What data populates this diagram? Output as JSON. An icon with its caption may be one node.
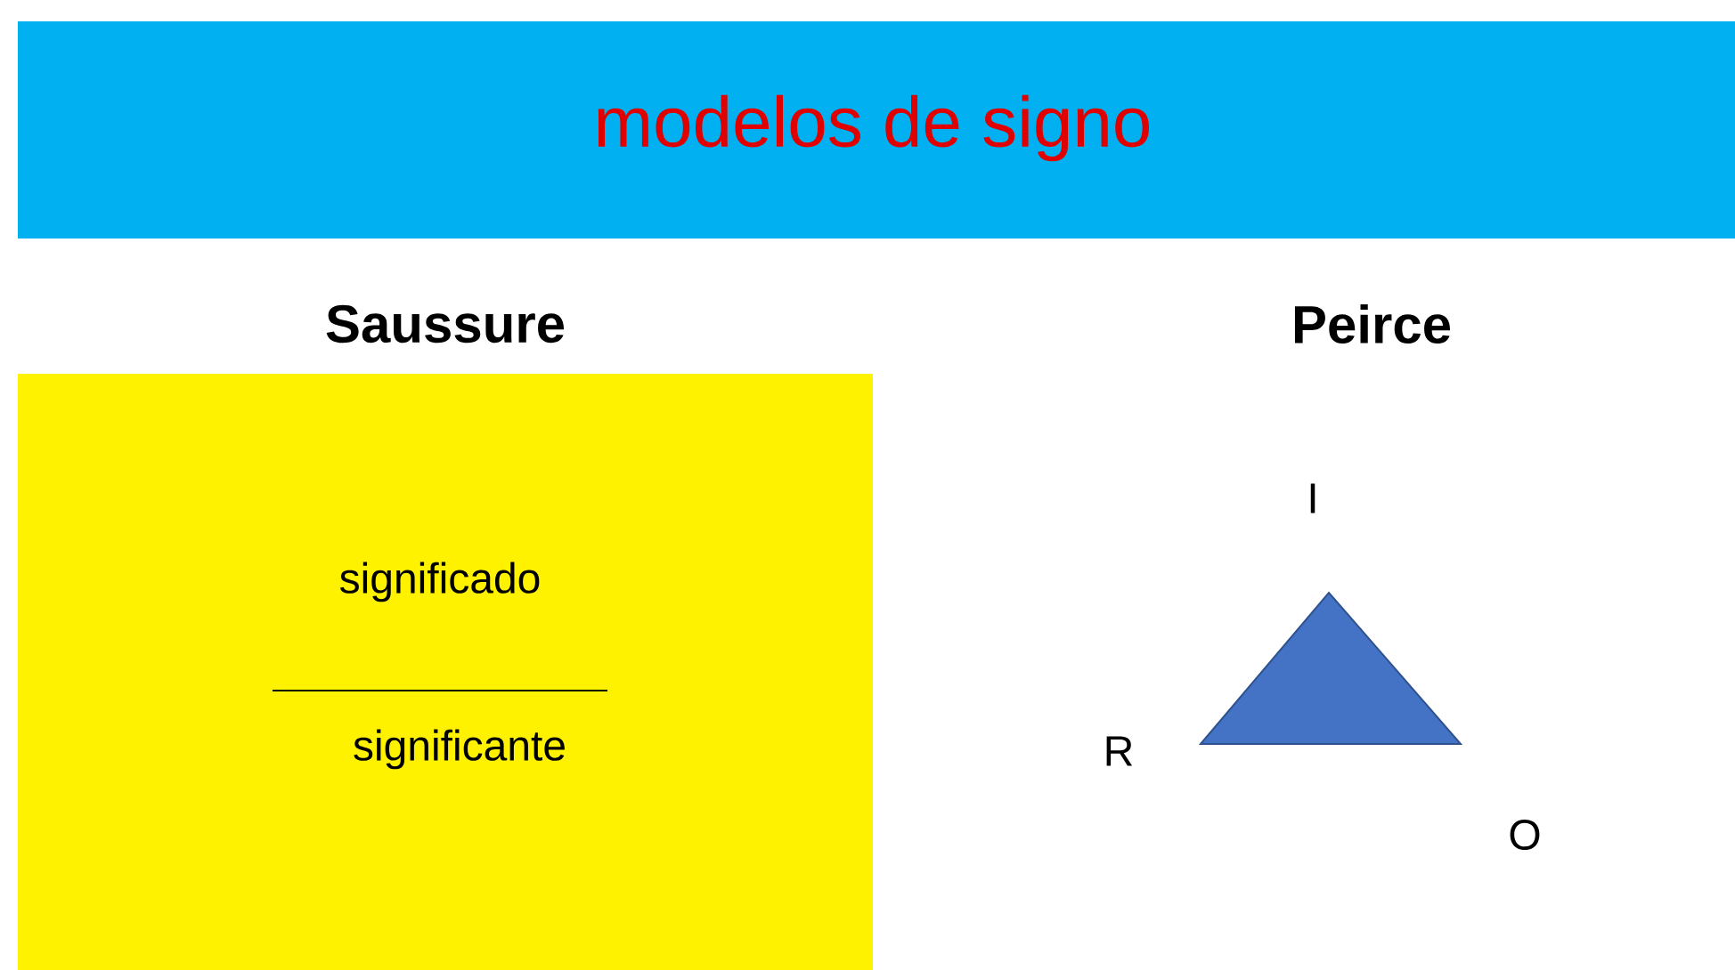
{
  "diagram": {
    "title": "modelos de signo",
    "nodes": [
      {
        "text": [
          "Saussure",
          "significado",
          "significante"
        ]
      },
      {
        "text": [],
        "shape": "triangle",
        "beside": [
          "I",
          "R",
          "O"
        ]
      }
    ],
    "labels": [
      "Peirce"
    ]
  }
}
